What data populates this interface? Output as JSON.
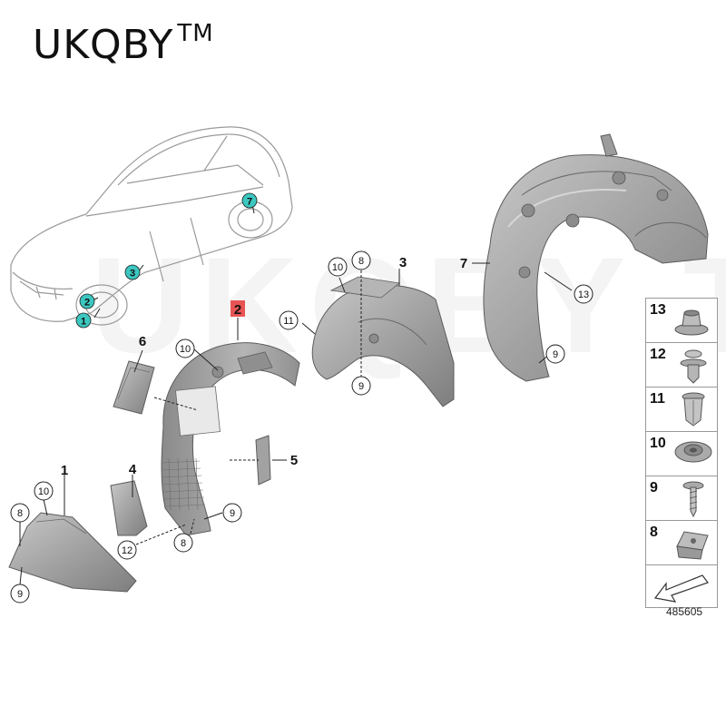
{
  "brand": {
    "name": "UKQBY",
    "mark": "TM"
  },
  "watermark": "UKQBY TM",
  "car_callouts": [
    "1",
    "2",
    "3",
    "7"
  ],
  "part_numbers": {
    "p1": "1",
    "p2": "2",
    "p3": "3",
    "p4": "4",
    "p5": "5",
    "p6": "6",
    "p7": "7"
  },
  "fastener_callouts": {
    "c10a": "10",
    "c8a": "8",
    "c11": "11",
    "c9a": "9",
    "c13": "13",
    "c9b": "9",
    "c10b": "10",
    "c9c": "9",
    "c8b": "8",
    "c12": "12",
    "c10c": "10",
    "c8c": "8",
    "c9d": "9"
  },
  "legend": {
    "items": [
      {
        "num": "13",
        "icon": "flange-nut-icon"
      },
      {
        "num": "12",
        "icon": "plastic-rivet-icon"
      },
      {
        "num": "11",
        "icon": "expanding-nut-icon"
      },
      {
        "num": "10",
        "icon": "washer-clip-icon"
      },
      {
        "num": "9",
        "icon": "screw-icon"
      },
      {
        "num": "8",
        "icon": "spring-nut-icon"
      }
    ],
    "last_row_icon": "direction-arrow-icon"
  },
  "catalog_number": "485605",
  "colors": {
    "callout_teal": "#3cc7c0",
    "highlight_red": "#e85454",
    "part_gray": "#a3a3a3"
  }
}
